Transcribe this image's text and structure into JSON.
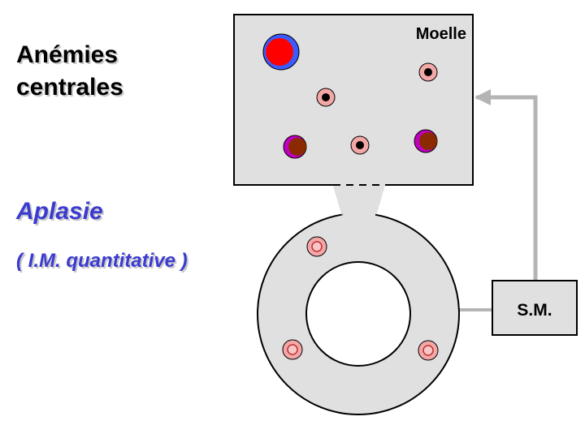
{
  "title": {
    "line1": "Anémies",
    "line2": "centrales"
  },
  "condition": {
    "name": "Aplasie",
    "note": "( I.M. quantitative )"
  },
  "diagram": {
    "marrow_label": "Moelle",
    "sm_label": "S.M."
  },
  "colors": {
    "box_fill": "#e0e0e0",
    "outline": "#000000",
    "connector": "#b4b4b4",
    "cell_pink": "#f4a7a7",
    "cell_ring_light": "#f7c6c6",
    "blast_red": "#ff0000",
    "blast_blue": "#3b5bff",
    "erythroblast_brown": "#8b2a00",
    "erythroblast_magenta": "#c000c0"
  }
}
